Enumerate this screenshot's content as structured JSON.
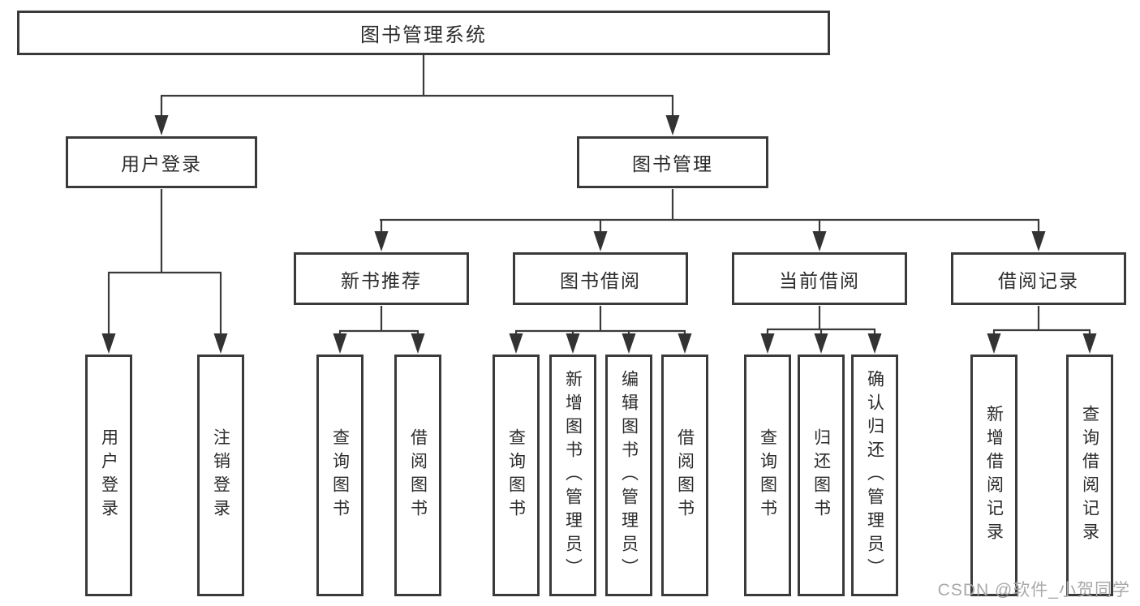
{
  "diagram": {
    "root": {
      "label": "图书管理系统"
    },
    "level2": {
      "user_login": {
        "label": "用户登录"
      },
      "book_mgmt": {
        "label": "图书管理"
      }
    },
    "level3": {
      "new_book_rec": {
        "label": "新书推荐"
      },
      "book_borrow": {
        "label": "图书借阅"
      },
      "current_borrow": {
        "label": "当前借阅"
      },
      "borrow_record": {
        "label": "借阅记录"
      }
    },
    "leaves": {
      "user_login_leaf": {
        "label": "用户登录"
      },
      "logout_leaf": {
        "label": "注销登录"
      },
      "rec_query_book": {
        "label": "查询图书"
      },
      "rec_borrow_book": {
        "label": "借阅图书"
      },
      "bb_query_book": {
        "label": "查询图书"
      },
      "bb_add_book": {
        "label": "新增图书（管理员）"
      },
      "bb_edit_book": {
        "label": "编辑图书（管理员）"
      },
      "bb_borrow_book": {
        "label": "借阅图书"
      },
      "cb_query_book": {
        "label": "查询图书"
      },
      "cb_return_book": {
        "label": "归还图书"
      },
      "cb_confirm_return": {
        "label": "确认归还（管理员）"
      },
      "br_add_record": {
        "label": "新增借阅记录"
      },
      "br_query_record": {
        "label": "查询借阅记录"
      }
    }
  },
  "watermark": {
    "text": "CSDN @软件_小贺同学"
  },
  "colors": {
    "line": "#3a3a3a",
    "arrow": "#333333",
    "text": "#2b2b2b",
    "box_background": "#ffffff",
    "page_background": "#ffffff",
    "watermark": "#a9a9a9"
  }
}
